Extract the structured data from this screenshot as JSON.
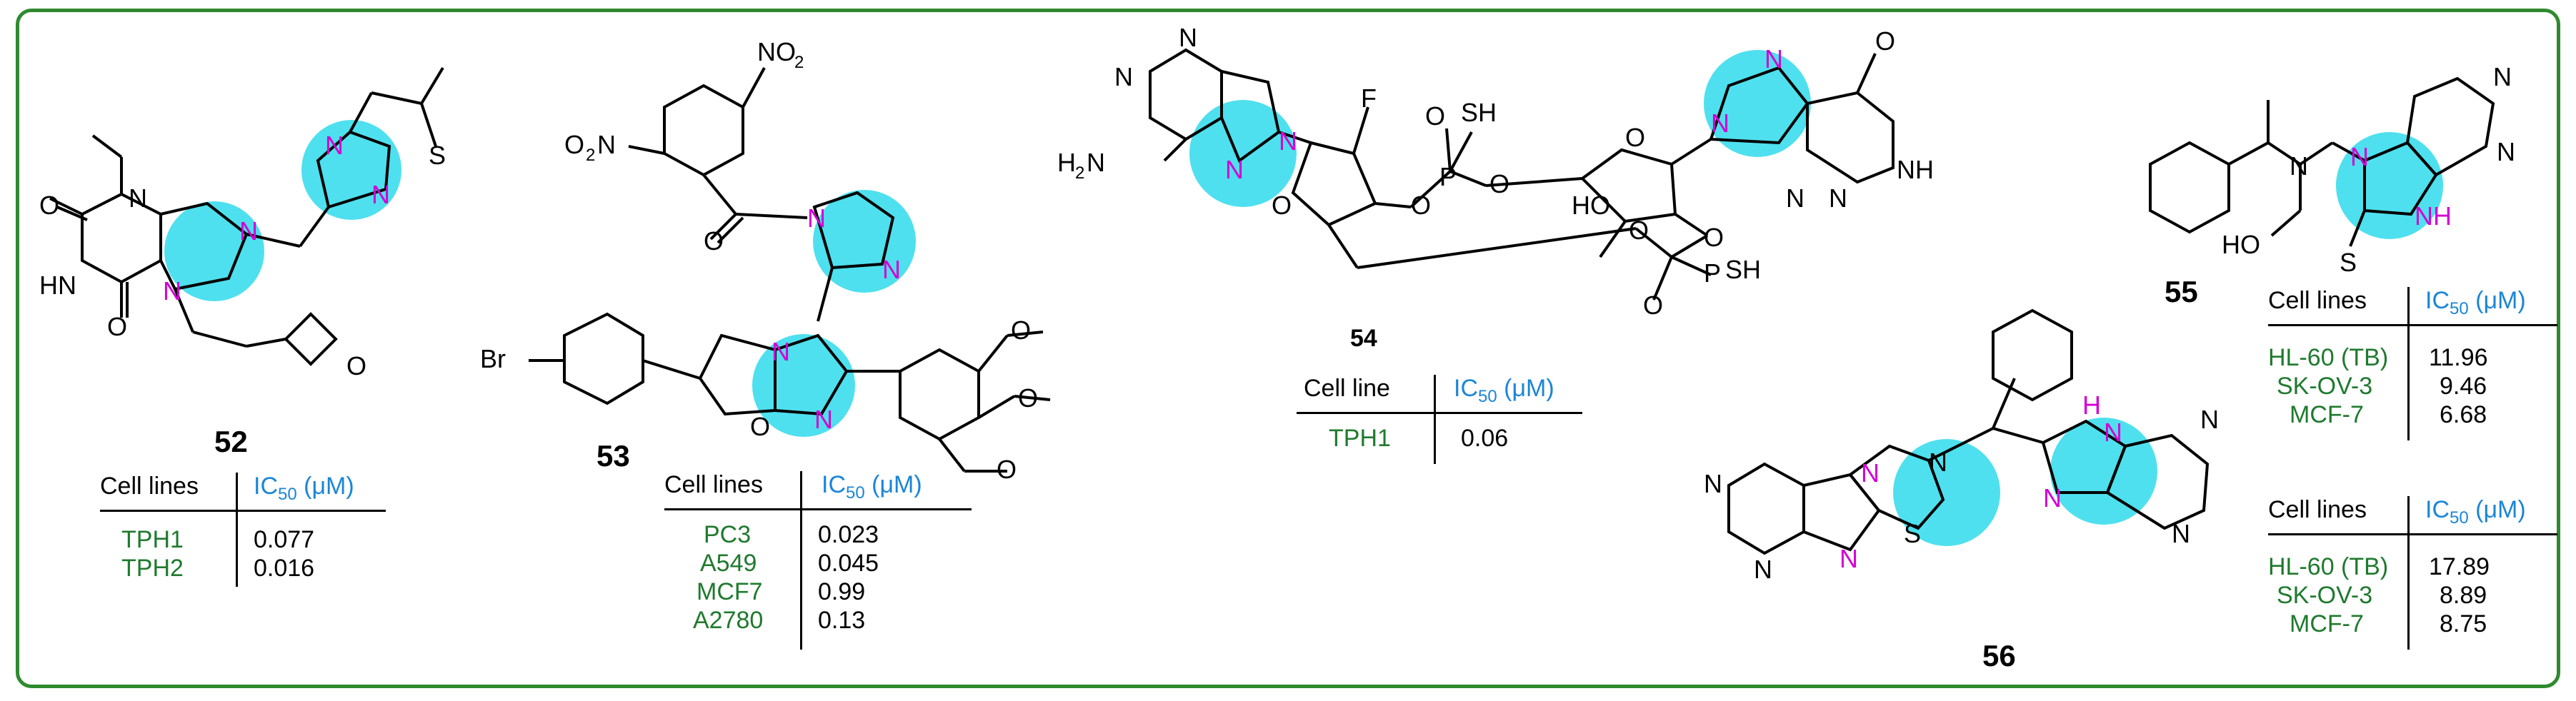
{
  "compounds": [
    {
      "label": "52",
      "header": {
        "name": "Cell lines",
        "ic": "IC",
        "ic_sub": "50",
        "unit": " (μM)"
      },
      "rows": [
        {
          "name": "TPH1",
          "value": "0.077"
        },
        {
          "name": "TPH2",
          "value": "0.016"
        }
      ]
    },
    {
      "label": "53",
      "header": {
        "name": "Cell lines",
        "ic": "IC",
        "ic_sub": "50",
        "unit": " (μM)"
      },
      "rows": [
        {
          "name": "PC3",
          "value": "0.023"
        },
        {
          "name": "A549",
          "value": "0.045"
        },
        {
          "name": "MCF7",
          "value": "0.99"
        },
        {
          "name": "A2780",
          "value": "0.13"
        }
      ]
    },
    {
      "label": "54",
      "header": {
        "name": "Cell line",
        "ic": "IC",
        "ic_sub": "50",
        "unit": " (μM)"
      },
      "rows": [
        {
          "name": "TPH1",
          "value": "0.06"
        }
      ]
    },
    {
      "label": "55",
      "header": {
        "name": "Cell lines",
        "ic": "IC",
        "ic_sub": "50",
        "unit": " (μM)"
      },
      "rows": [
        {
          "name": "HL-60 (TB)",
          "value": "11.96"
        },
        {
          "name": "SK-OV-3",
          "value": "9.46"
        },
        {
          "name": "MCF-7",
          "value": "6.68"
        }
      ]
    },
    {
      "label": "56",
      "header": {
        "name": "Cell lines",
        "ic": "IC",
        "ic_sub": "50",
        "unit": " (μM)"
      },
      "rows": [
        {
          "name": "HL-60 (TB)",
          "value": "17.89"
        },
        {
          "name": "SK-OV-3",
          "value": "8.89"
        },
        {
          "name": "MCF-7",
          "value": "8.75"
        }
      ]
    }
  ],
  "atoms": {
    "O": "O",
    "N": "N",
    "S": "S",
    "F": "F",
    "P": "P",
    "HN": "HN",
    "NH": "NH",
    "N2H": "H2N",
    "NO2": "NO2",
    "O2N": "O2N",
    "Br": "Br",
    "SH": "SH",
    "HO": "HO",
    "H": "H",
    "NH_pink": "NH"
  },
  "colors": {
    "frame": "#2f8a2f",
    "highlight": "#4ee0ee",
    "atom_pink": "#d400d4",
    "cell_green": "#1f7a2e",
    "header_blue": "#1b86d6"
  }
}
